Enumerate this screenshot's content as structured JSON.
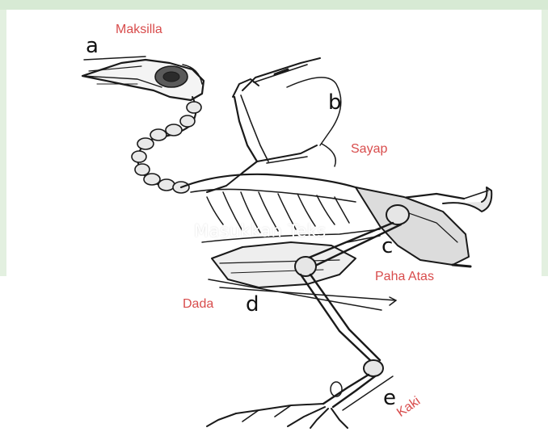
{
  "labels": {
    "a": {
      "letter": "a",
      "name": "Maksilla"
    },
    "b": {
      "letter": "b",
      "name": "Sayap"
    },
    "c": {
      "letter": "c",
      "name": "Paha Atas"
    },
    "d": {
      "letter": "d",
      "name": "Dada"
    },
    "e": {
      "letter": "e",
      "name": "Kaki"
    }
  },
  "watermark": "Masukkan Teks",
  "colors": {
    "label_red": "#d84c4c",
    "letter_black": "#111111",
    "line_black": "#1a1a1a",
    "background_band_green": "#d7ead4"
  }
}
